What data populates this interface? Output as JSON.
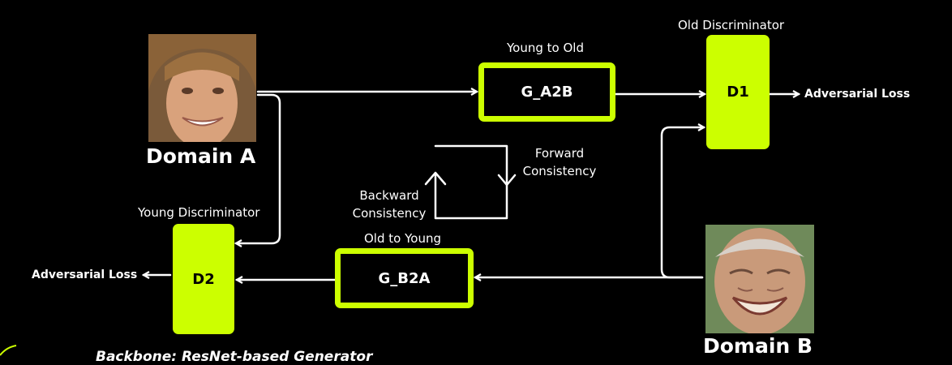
{
  "colors": {
    "accent": "#ccff00",
    "background": "#000000",
    "text": "#ffffff"
  },
  "domain_a": {
    "title": "Domain A",
    "image": "young-boy-face"
  },
  "domain_b": {
    "title": "Domain B",
    "image": "old-woman-face"
  },
  "generators": {
    "a2b": {
      "caption": "Young to Old",
      "label": "G_A2B"
    },
    "b2a": {
      "caption": "Old to Young",
      "label": "G_B2A"
    }
  },
  "discriminators": {
    "d1": {
      "caption": "Old Discriminator",
      "label": "D1",
      "loss": "Adversarial Loss"
    },
    "d2": {
      "caption": "Young Discriminator",
      "label": "D2",
      "loss": "Adversarial Loss"
    }
  },
  "consistency": {
    "forward": "Forward Consistency",
    "backward": "Backward Consistency"
  },
  "footer": {
    "text": "Backbone: ResNet-based Generator"
  }
}
